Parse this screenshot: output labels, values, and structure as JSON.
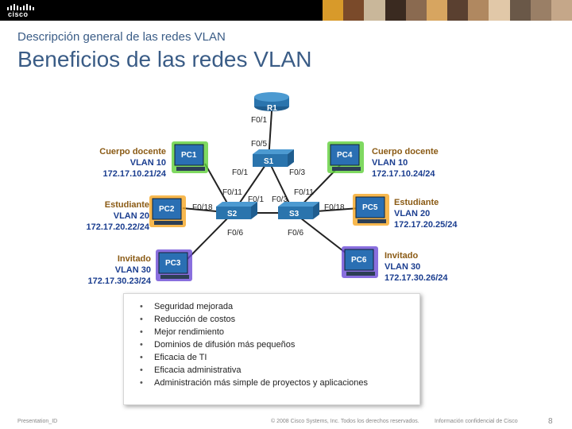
{
  "header": {
    "subtitle": "Descripción general de las redes VLAN",
    "title": "Beneficios de las redes VLAN",
    "logo_text": "cisco"
  },
  "diagram": {
    "router": {
      "name": "R1",
      "interface": "F0/1"
    },
    "switches": [
      {
        "name": "S1",
        "interfaces": [
          "F0/5",
          "F0/1",
          "F0/3"
        ]
      },
      {
        "name": "S2",
        "interfaces": [
          "F0/11",
          "F0/18",
          "F0/1",
          "F0/6"
        ]
      },
      {
        "name": "S3",
        "interfaces": [
          "F0/3",
          "F0/11",
          "F0/18",
          "F0/6"
        ]
      }
    ],
    "pcs": [
      {
        "name": "PC1",
        "role": "Cuerpo docente",
        "vlan": "VLAN 10",
        "ip": "172.17.10.21/24"
      },
      {
        "name": "PC2",
        "role": "Estudiante",
        "vlan": "VLAN 20",
        "ip": "172.17.20.22/24"
      },
      {
        "name": "PC3",
        "role": "Invitado",
        "vlan": "VLAN 30",
        "ip": "172.17.30.23/24"
      },
      {
        "name": "PC4",
        "role": "Cuerpo docente",
        "vlan": "VLAN 10",
        "ip": "172.17.10.24/24"
      },
      {
        "name": "PC5",
        "role": "Estudiante",
        "vlan": "VLAN 20",
        "ip": "172.17.20.25/24"
      },
      {
        "name": "PC6",
        "role": "Invitado",
        "vlan": "VLAN 30",
        "ip": "172.17.30.26/24"
      }
    ],
    "colors": {
      "vlan10": "#5fcf3a",
      "vlan20": "#f5a623",
      "vlan30": "#6b4bd6"
    }
  },
  "benefits": [
    "Seguridad mejorada",
    "Reducción de costos",
    "Mejor rendimiento",
    "Dominios de difusión más pequeños",
    "Eficacia de TI",
    "Eficacia administrativa",
    "Administración más simple de proyectos y aplicaciones"
  ],
  "footer": {
    "left": "Presentation_ID",
    "center": "© 2008 Cisco Systems, Inc. Todos los derechos reservados.",
    "right": "Información confidencial de Cisco",
    "page": "8"
  }
}
